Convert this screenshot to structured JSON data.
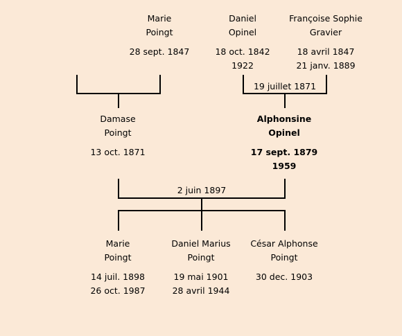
{
  "people": {
    "marie_gp": {
      "first": "Marie",
      "last": "Poingt",
      "birth": "28 sept. 1847",
      "death": ""
    },
    "daniel": {
      "first": "Daniel",
      "last": "Opinel",
      "birth": "18 oct. 1842",
      "death": "1922"
    },
    "francoise": {
      "first": "Françoise Sophie",
      "last": "Gravier",
      "birth": "18 avril 1847",
      "death": "21 janv. 1889"
    },
    "damase": {
      "first": "Damase",
      "last": "Poingt",
      "birth": "13 oct. 1871",
      "death": ""
    },
    "alphonsine": {
      "first": "Alphonsine",
      "last": "Opinel",
      "birth": "17 sept. 1879",
      "death": "1959"
    },
    "marie_child": {
      "first": "Marie",
      "last": "Poingt",
      "birth": "14 juil. 1898",
      "death": "26 oct. 1987"
    },
    "daniel_marius": {
      "first": "Daniel Marius",
      "last": "Poingt",
      "birth": "19 mai 1901",
      "death": "28 avril 1944"
    },
    "cesar": {
      "first": "César Alphonse",
      "last": "Poingt",
      "birth": "30 dec. 1903",
      "death": ""
    }
  },
  "marriages": {
    "opinel_gravier": "19 juillet 1871",
    "poingt_opinel": "2 juin 1897"
  }
}
